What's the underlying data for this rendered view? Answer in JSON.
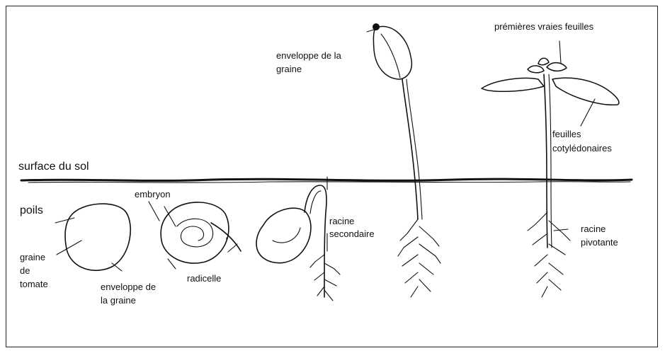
{
  "labels": {
    "premieres_vraies_feuilles": "prémières vraies feuilles",
    "enveloppe_graine_top_1": "enveloppe de la",
    "enveloppe_graine_top_2": "graine",
    "feuilles_cotyledonaires_1": "feuilles",
    "feuilles_cotyledonaires_2": "cotylédonaires",
    "surface_du_sol": "surface du sol",
    "poils": "poils",
    "embryon": "embryon",
    "racine_secondaire_1": "racine",
    "racine_secondaire_2": "secondaire",
    "racine_pivotante_1": "racine",
    "racine_pivotante_2": "pivotante",
    "graine_de_tomate_1": "graine",
    "graine_de_tomate_2": "de",
    "graine_de_tomate_3": "tomate",
    "radicelle": "radicelle",
    "enveloppe_graine_bottom_1": "enveloppe de",
    "enveloppe_graine_bottom_2": "la graine"
  },
  "colors": {
    "ink": "#111111",
    "background": "#ffffff",
    "border": "#222222"
  }
}
